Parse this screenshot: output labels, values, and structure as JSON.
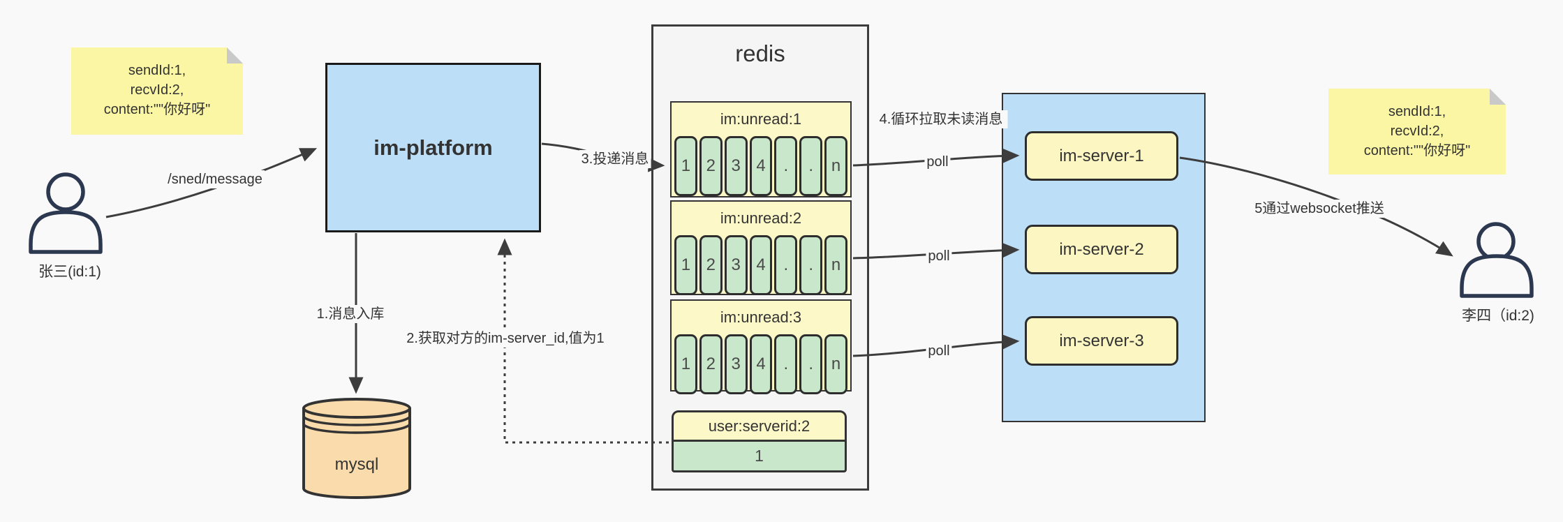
{
  "page": {
    "background": "#f9f9f9"
  },
  "colors": {
    "note_yellow": "#fbf6a3",
    "box_blue": "#bcdef6",
    "header_yellow": "#fcf8c8",
    "cell_green": "#c9e7cb",
    "db_orange": "#fadcac",
    "panel_gray": "#f5f5f5",
    "arrow": "#3d3d3d",
    "person": "#2c3850"
  },
  "notes": {
    "left": {
      "lines": [
        "sendId:1,",
        "recvId:2,",
        "content:\"\"你好呀\""
      ]
    },
    "right": {
      "lines": [
        "sendId:1,",
        "recvId:2,",
        "content:\"\"你好呀\""
      ]
    }
  },
  "actors": {
    "sender": {
      "label": "张三(id:1)"
    },
    "receiver": {
      "label": "李四（id:2)"
    }
  },
  "platform": {
    "label": "im-platform"
  },
  "database": {
    "label": "mysql"
  },
  "redis": {
    "title": "redis",
    "queues": [
      {
        "header": "im:unread:1",
        "cells": [
          "1",
          "2",
          "3",
          "4",
          ".",
          ".",
          "n"
        ]
      },
      {
        "header": "im:unread:2",
        "cells": [
          "1",
          "2",
          "3",
          "4",
          ".",
          ".",
          "n"
        ]
      },
      {
        "header": "im:unread:3",
        "cells": [
          "1",
          "2",
          "3",
          "4",
          ".",
          ".",
          "n"
        ]
      }
    ],
    "kv": {
      "header": "user:serverid:2",
      "value": "1"
    }
  },
  "servers": [
    {
      "label": "im-server-1"
    },
    {
      "label": "im-server-2"
    },
    {
      "label": "im-server-3"
    }
  ],
  "labels": {
    "send": "/sned/message",
    "store": "1.消息入库",
    "lookup": "2.获取对方的im-server_id,值为1",
    "deliver": "3.投递消息",
    "pull": "4.循环拉取未读消息",
    "poll": "poll",
    "push": "5通过websocket推送"
  }
}
